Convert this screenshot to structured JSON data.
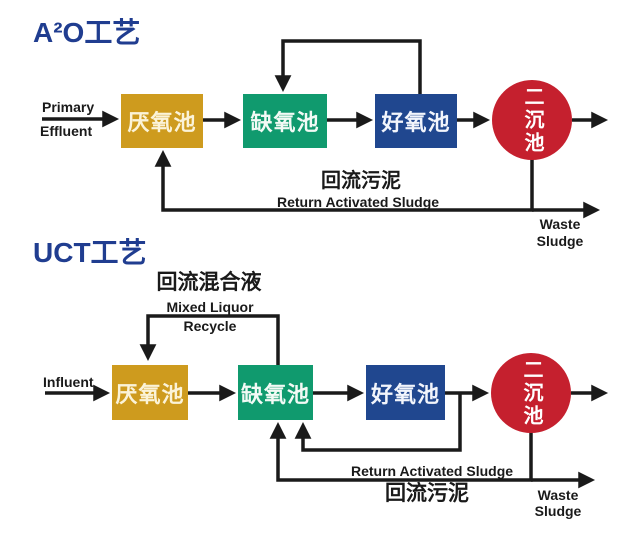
{
  "colors": {
    "title_blue": "#203D90",
    "anaerobic_gold": "#CE9B1E",
    "anoxic_green": "#109A6E",
    "aerobic_navy": "#20478F",
    "clarifier_red": "#C5202E",
    "line_black": "#1A1A1A",
    "background": "#FFFFFF"
  },
  "a2o": {
    "title": "A²O工艺",
    "influent_label": {
      "line1": "Primary",
      "line2": "Effluent"
    },
    "tanks": {
      "anaerobic": "厌氧池",
      "anoxic": "缺氧池",
      "aerobic": "好氧池",
      "clarifier": "二沉池"
    },
    "return_sludge": {
      "cn": "回流污泥",
      "en": "Return Activated Sludge"
    },
    "waste": {
      "line1": "Waste",
      "line2": "Sludge"
    }
  },
  "uct": {
    "title": "UCT工艺",
    "influent_label": "Influent",
    "mixed_liquor": {
      "cn": "回流混合液",
      "en_line1": "Mixed Liquor",
      "en_line2": "Recycle"
    },
    "tanks": {
      "anaerobic": "厌氧池",
      "anoxic": "缺氧池",
      "aerobic": "好氧池",
      "clarifier": "二沉池"
    },
    "return_sludge": {
      "cn": "回流污泥",
      "en": "Return Activated Sludge"
    },
    "waste": {
      "line1": "Waste",
      "line2": "Sludge"
    }
  }
}
